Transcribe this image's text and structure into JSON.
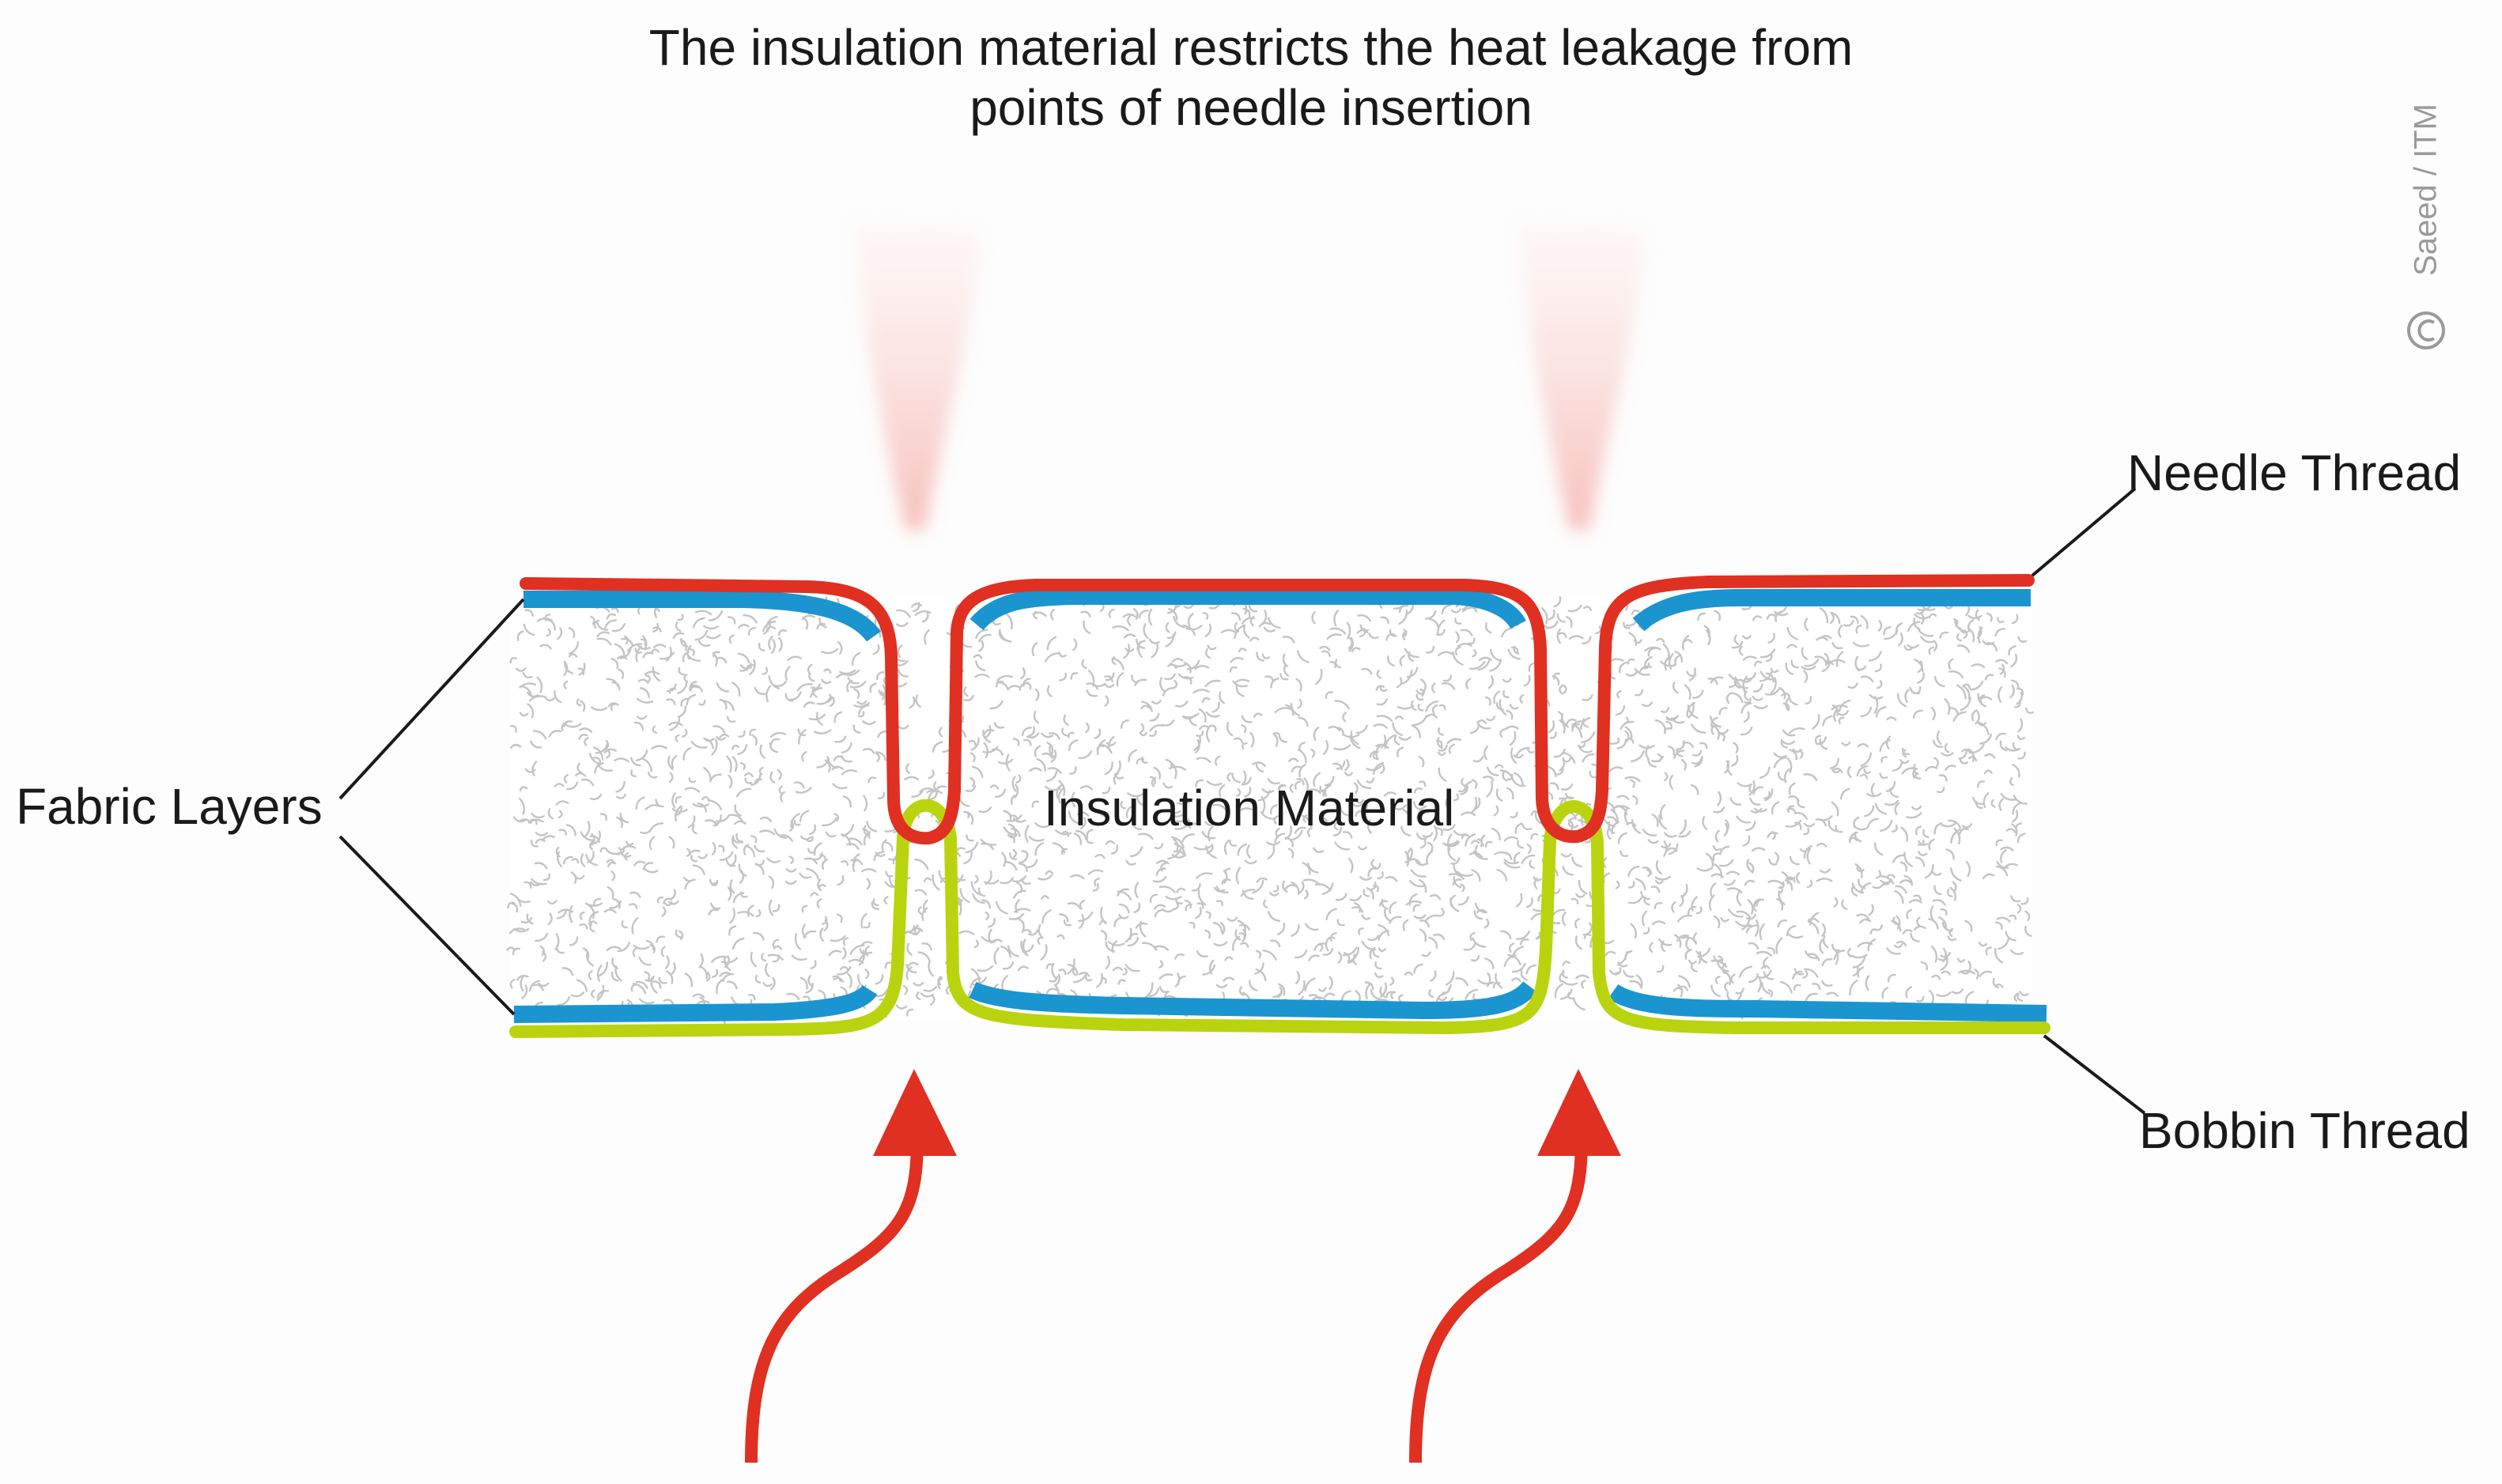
{
  "title_line1": "The insulation material restricts the heat leakage from",
  "title_line2": "points of needle insertion",
  "labels": {
    "needle_thread": "Needle Thread",
    "bobbin_thread": "Bobbin Thread",
    "fabric_layers": "Fabric Layers",
    "insulation_material": "Insulation Material"
  },
  "watermark": "Saeed / ITM",
  "colors": {
    "needle_thread": "#e03022",
    "bobbin_thread": "#b9d40f",
    "fabric": "#1b95cf",
    "heat_arrow": "#e03022",
    "insulation_squiggle": "#c4c4c4",
    "leader_line": "#1a1a1a"
  }
}
